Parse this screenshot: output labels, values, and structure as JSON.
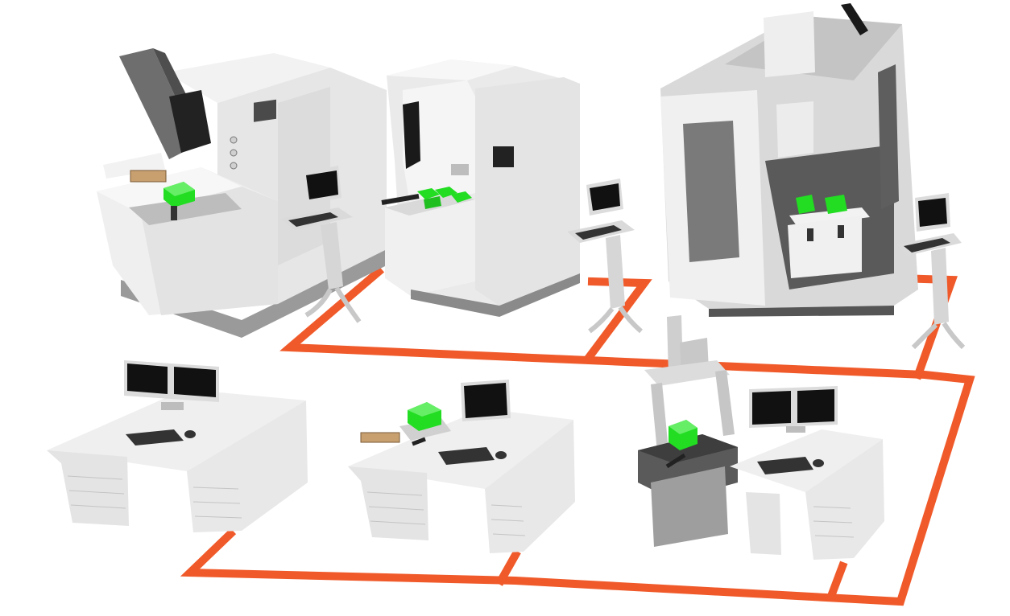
{
  "colors": {
    "background": "#ffffff",
    "network_line": "#f05a2a",
    "machine_light": "#ececec",
    "machine_mid": "#d9d9d9",
    "machine_dark": "#b3b3b3",
    "graphite": "#4a4a4a",
    "screen": "#111111",
    "workpiece": "#22dd22",
    "drawer_line": "#c4c4c4"
  },
  "icons": {
    "machine_tools": [
      "edm-machine-icon",
      "wire-edm-machine-icon",
      "milling-center-icon"
    ],
    "terminals": [
      "cnc-terminal-stand-icon"
    ],
    "workstations": [
      "cad-workstation-icon",
      "presetting-workstation-icon",
      "cmm-workstation-icon"
    ],
    "network": "shop-floor-network-icon"
  },
  "counts": {
    "machine_tools": 3,
    "terminals": 3,
    "workstations": 3
  }
}
